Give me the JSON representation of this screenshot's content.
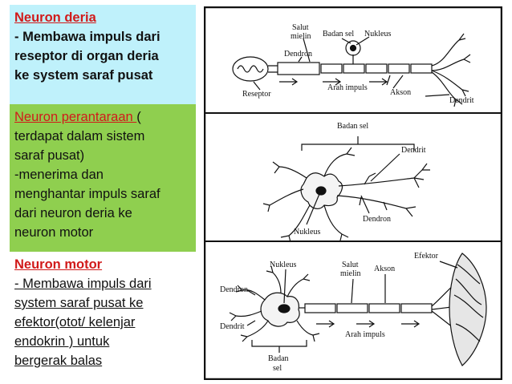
{
  "panels": {
    "sensory": {
      "title": "Neuron deria",
      "body_lines": [
        "- Membawa impuls dari",
        "reseptor di organ deria",
        "ke system saraf pusat"
      ],
      "background": "#bff1fb",
      "title_color": "#d11a1a"
    },
    "interneuron": {
      "title": "Neuron perantaraan ",
      "title_tail": "(",
      "body_lines": [
        "terdapat dalam sistem",
        "saraf pusat)",
        "-menerima dan",
        "menghantar impuls saraf",
        "dari neuron deria ke",
        "neuron motor"
      ],
      "background": "#8fcf4f",
      "title_color": "#d11a1a"
    },
    "motor": {
      "title": "Neuron motor",
      "body_lines": [
        "- Membawa impuls dari",
        "system saraf pusat ke",
        "efektor(otot/ kelenjar",
        "endokrin ) untuk",
        "bergerak balas"
      ],
      "background": "#ffffff",
      "title_color": "#d11a1a"
    }
  },
  "diagram_labels": {
    "top": {
      "salut_mielin_1": "Salut",
      "salut_mielin_2": "mielin",
      "badan_sel": "Badan sel",
      "nukleus": "Nukleus",
      "dendron": "Dendron",
      "arah_impuls": "Arah impuls",
      "akson": "Akson",
      "reseptor": "Reseptor",
      "dendrit": "Dendrit"
    },
    "middle": {
      "badan_sel": "Badan sel",
      "dendrit": "Dendrit",
      "dendron": "Dendron",
      "nukleus": "Nukleus"
    },
    "bottom": {
      "nukleus": "Nukleus",
      "salut_mielin_1": "Salut",
      "salut_mielin_2": "mielin",
      "akson": "Akson",
      "efektor": "Efektor",
      "dendron": "Dendron",
      "dendrit": "Dendrit",
      "arah_impuls": "Arah impuls",
      "badan_sel_1": "Badan",
      "badan_sel_2": "sel"
    }
  }
}
